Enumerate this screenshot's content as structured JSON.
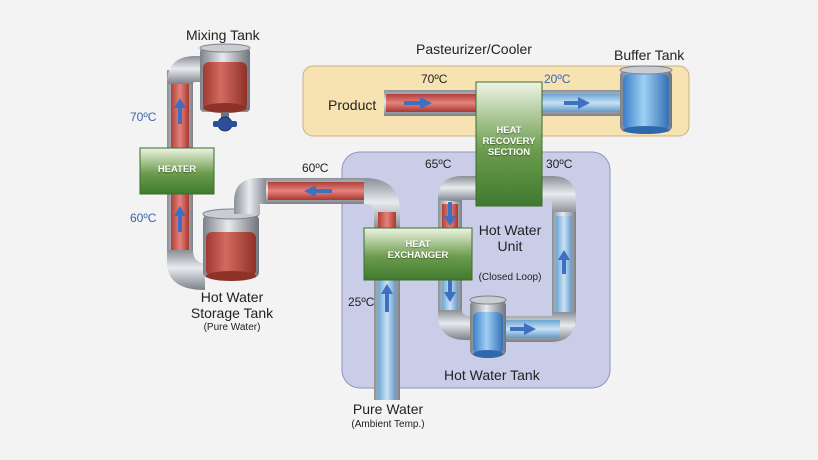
{
  "diagram": {
    "components": {
      "mixing_tank": "Mixing Tank",
      "pasteurizer": "Pasteurizer/Cooler",
      "buffer_tank": "Buffer Tank",
      "product": "Product",
      "heat_recovery": "HEAT RECOVERY SECTION",
      "heater": "HEATER",
      "heat_exchanger": "HEAT EXCHANGER",
      "hot_water_unit": "Hot Water Unit",
      "hot_water_unit_sub": "(Closed Loop)",
      "hot_water_storage": "Hot Water Storage Tank",
      "hot_water_storage_sub": "(Pure Water)",
      "hot_water_tank": "Hot Water Tank",
      "pure_water": "Pure Water",
      "pure_water_sub": "(Ambient Temp.)"
    },
    "temperatures": {
      "product_in": "70ºC",
      "product_out": "20ºC",
      "heater_out": "70ºC",
      "heater_in": "60ºC",
      "storage_out": "60ºC",
      "loop_hot": "65ºC",
      "loop_cool": "30ºC",
      "pure_water_in": "25ºC"
    },
    "colors": {
      "hot": "#c9504a",
      "cold": "#7fb6e2",
      "box_green": "#4f8a3a",
      "panel_yellow": "#f7e3b2",
      "panel_blue": "#c9cde8",
      "arrow": "#3f6fc1"
    }
  }
}
